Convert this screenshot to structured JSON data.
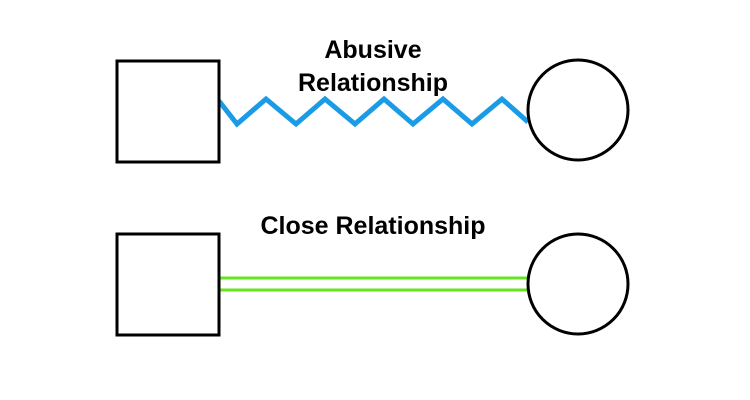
{
  "relationships": [
    {
      "label_line1": "Abusive",
      "label_line2": "Relationship",
      "line_style": "zigzag",
      "line_color": "#1a9be6"
    },
    {
      "label": "Close Relationship",
      "line_style": "double",
      "line_color": "#66e51f"
    }
  ],
  "symbols": {
    "square": "male",
    "circle": "female"
  }
}
